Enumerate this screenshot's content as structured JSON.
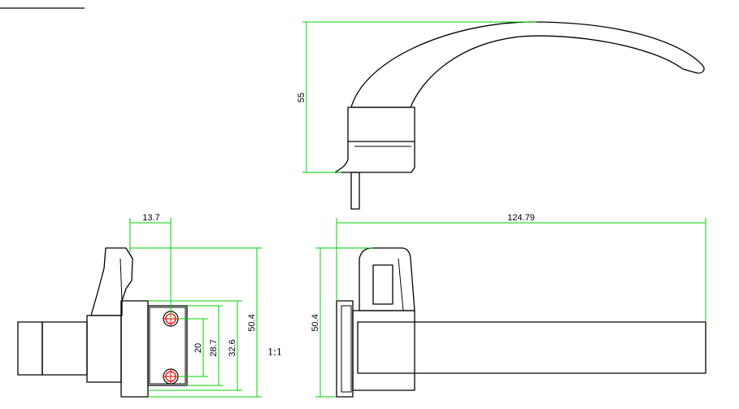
{
  "drawing": {
    "scale_label": "1:1",
    "colors": {
      "outline": "#000000",
      "dimension_lines": "#00d000",
      "hole_marks": "#ff0000"
    },
    "dimensions": {
      "top_height": "55",
      "left_offset": "13.7",
      "left_overall_height": "50.4",
      "left_hole_spacing": "20",
      "left_mid_height": "28.7",
      "left_plate_height": "32.6",
      "right_overall_length": "124.79",
      "right_overall_height": "50.4"
    }
  }
}
